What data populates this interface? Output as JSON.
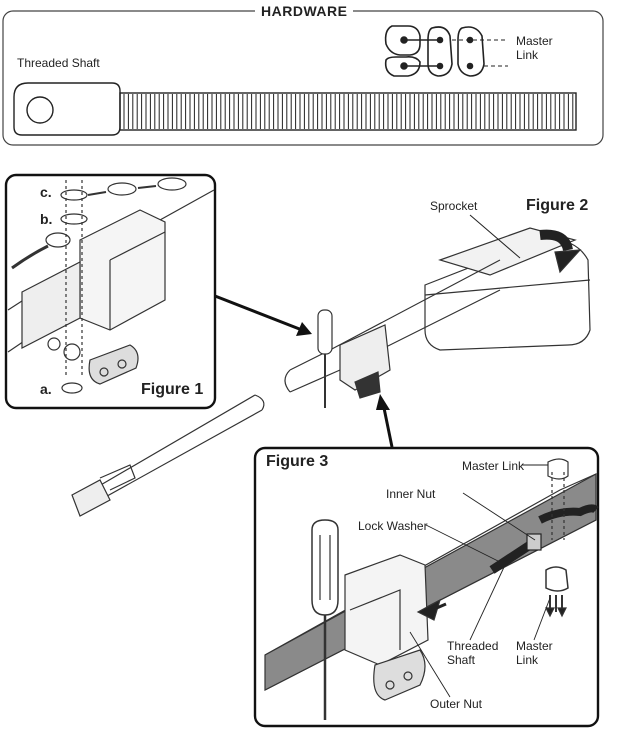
{
  "hardware": {
    "title": "HARDWARE",
    "threaded_shaft_label": "Threaded Shaft",
    "master_link_label": "Master\nLink"
  },
  "figure1": {
    "title": "Figure 1",
    "step_a": "a.",
    "step_b": "b.",
    "step_c": "c."
  },
  "figure2": {
    "title": "Figure 2",
    "sprocket_label": "Sprocket"
  },
  "figure3": {
    "title": "Figure 3",
    "master_link_top": "Master Link",
    "inner_nut": "Inner Nut",
    "lock_washer": "Lock Washer",
    "threaded_shaft": "Threaded\nShaft",
    "master_link_bottom": "Master\nLink",
    "outer_nut": "Outer Nut"
  }
}
